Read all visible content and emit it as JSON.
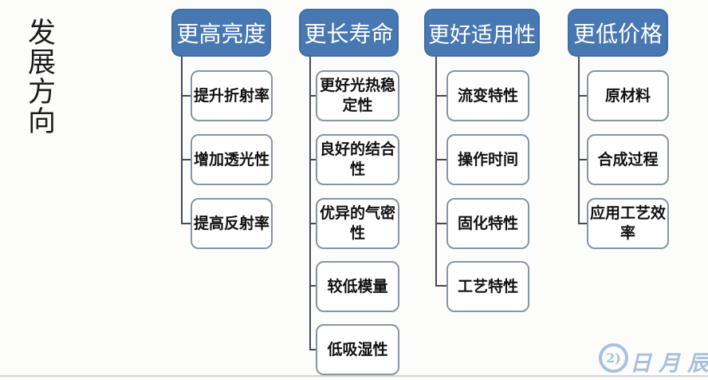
{
  "title": {
    "vertical_text": "发展方向"
  },
  "diagram": {
    "columns": [
      {
        "header": "更高亮度",
        "children": [
          "提升折射率",
          "增加透光性",
          "提高反射率"
        ]
      },
      {
        "header": "更长寿命",
        "children": [
          "更好光热稳定性",
          "良好的结合性",
          "优异的气密性",
          "较低模量",
          "低吸湿性"
        ]
      },
      {
        "header": "更好适用性",
        "children": [
          "流变特性",
          "操作时间",
          "固化特性",
          "工艺特性"
        ]
      },
      {
        "header": "更低价格",
        "children": [
          "原材料",
          "合成过程",
          "应用工艺效率"
        ]
      }
    ]
  },
  "watermark": {
    "logo_glyph": "2)",
    "text": "日月辰"
  },
  "colors": {
    "header_bg": "#4878b2",
    "header_border": "#3f6da6",
    "box_border": "#8695a6",
    "connector": "#454b52",
    "watermark_blue": "#a9c0da",
    "bottom_rule": "#d4d4d4"
  }
}
